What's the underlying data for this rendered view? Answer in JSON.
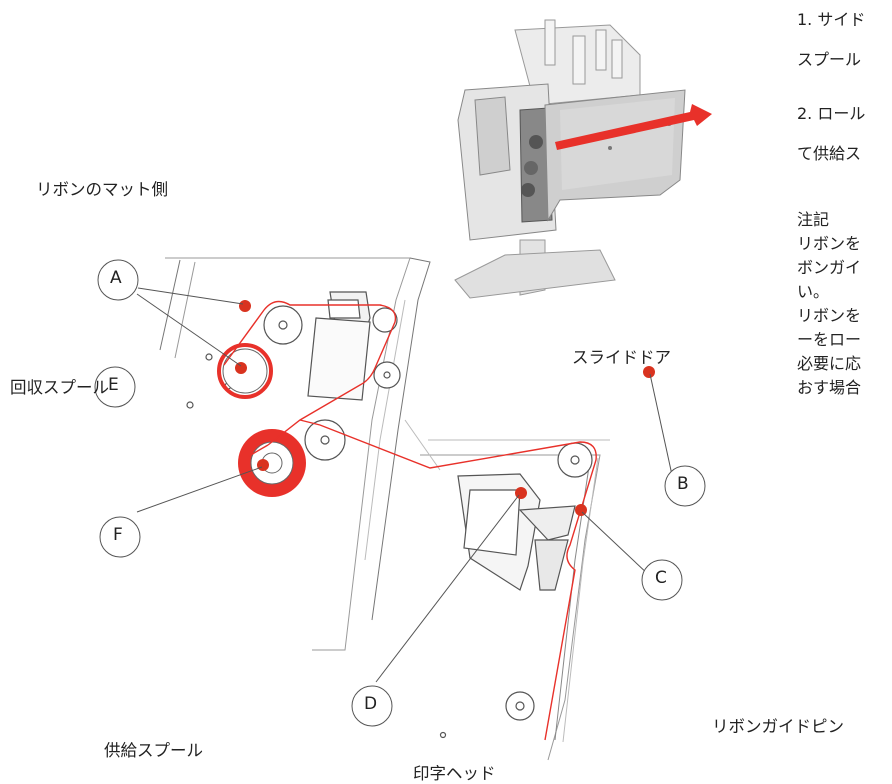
{
  "labels": {
    "matte_side": "リボンのマット側",
    "rewind_spool": "回収スプール",
    "supply_spool": "供給スプール",
    "sliding_door": "スライドドア",
    "print_head": "印字ヘッド",
    "ribbon_guide_pin": "リボンガイドピン"
  },
  "callouts": [
    "A",
    "B",
    "C",
    "D",
    "E",
    "F"
  ],
  "instructions": {
    "step1_line1": "1. サイド",
    "step1_line2": "スプール",
    "step2_line1": "2. ロール",
    "step2_line2": "て供給ス",
    "note_title": "注記",
    "note_l1": "リボンを",
    "note_l2": "ボンガイ",
    "note_l3": "い。",
    "note_l4": "リボンを",
    "note_l5": "ーをロー",
    "note_l6": "必要に応",
    "note_l7": "おす場合"
  },
  "colors": {
    "ribbon": "#e8312a",
    "marker": "#d9331f",
    "line": "#555555"
  }
}
